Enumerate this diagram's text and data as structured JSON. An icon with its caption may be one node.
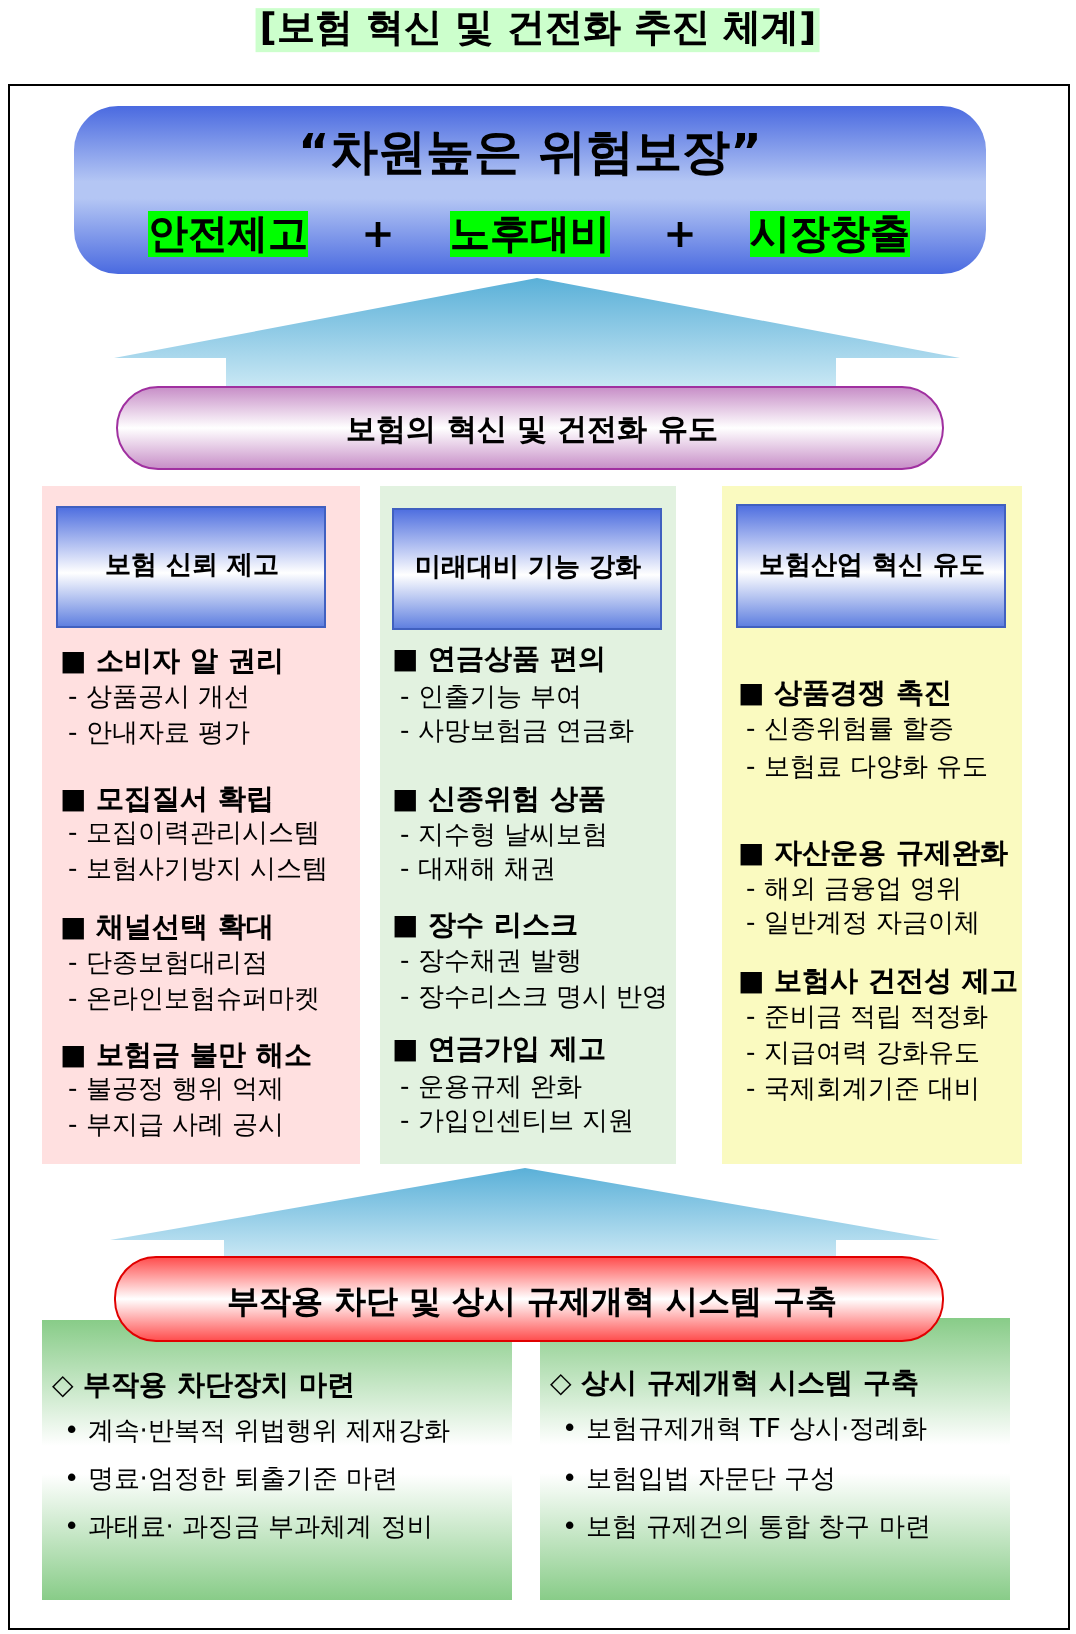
{
  "diagram": {
    "title": "[보험 혁신 및 건전화 추진 체계]",
    "nodes": [
      {
        "text": [
          "“차원높은 위험보장”",
          "안전제고",
          "+",
          "노후대비",
          "+",
          "시장창출"
        ]
      },
      {
        "text": [
          "보험의 혁신 및 건전화 유도"
        ]
      },
      {
        "text": [
          "■ 소비자 알 권리",
          "- 상품공시 개선",
          "- 안내자료 평가",
          "■ 모집질서 확립",
          "- 모집이력관리시스템",
          "- 보험사기방지 시스템",
          "■ 채널선택 확대",
          "- 단종보험대리점",
          "- 온라인보험슈퍼마켓",
          "■ 보험금 불만 해소",
          "- 불공정 행위 억제",
          "- 부지급 사례 공시"
        ]
      },
      {
        "text": [
          "보험 신뢰 제고"
        ],
        "in": 2
      },
      {
        "text": [
          "■ 연금상품 편의",
          "- 인출기능 부여",
          "- 사망보험금 연금화",
          "■ 신종위험 상품",
          "- 지수형 날씨보험",
          "- 대재해 채권",
          "■ 장수 리스크",
          "- 장수채권 발행",
          "- 장수리스크 명시 반영",
          "■ 연금가입 제고",
          "- 운용규제 완화",
          "- 가입인센티브 지원"
        ]
      },
      {
        "text": [
          "미래대비 기능 강화"
        ],
        "in": 4
      },
      {
        "text": [
          "■ 상품경쟁 촉진",
          "- 신종위험률 할증",
          "- 보험료 다양화 유도",
          "■ 자산운용 규제완화",
          "- 해외 금융업 영위",
          "- 일반계정 자금이체",
          "■ 보험사 건전성 제고",
          "- 준비금 적립 적정화",
          "- 지급여력 강화유도",
          "- 국제회계기준 대비"
        ]
      },
      {
        "text": [
          "보험산업 혁신 유도"
        ],
        "in": 6
      },
      {
        "text": [
          "부작용 차단 및 상시 규제개혁 시스템 구축"
        ]
      },
      {
        "text": [
          "◇ 부작용 차단장치 마련",
          "• 계속·반복적 위법행위 제재강화",
          "• 명료·엄정한 퇴출기준 마련",
          "• 과태료· 과징금 부과체계 정비"
        ]
      },
      {
        "text": [
          "◇ 상시 규제개혁 시스템 구축",
          "• 보험규제개혁 TF 상시·정례화",
          "• 보험입법 자문단 구성",
          "• 보험 규제건의 통합 창구 마련"
        ]
      }
    ],
    "edges": [
      {
        "from": 1,
        "to": 0,
        "arrow": "to"
      },
      {
        "from": 8,
        "to": 4,
        "arrow": "to"
      }
    ]
  }
}
